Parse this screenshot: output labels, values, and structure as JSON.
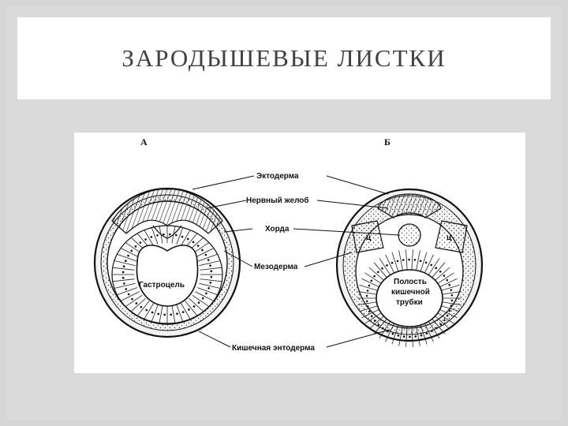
{
  "slide": {
    "title": "ЗАРОДЫШЕВЫЕ ЛИСТКИ"
  },
  "figure": {
    "panel_a": "А",
    "panel_b": "Б",
    "labels": {
      "ectoderm": "Эктодерма",
      "neural_groove": "Нервный желоб",
      "chorda": "Хорда",
      "mesoderm": "Мезодерма",
      "gastrocoel": "Гастроцель",
      "intestinal_entoderm": "Кишечная энтодерма",
      "cavity_line1": "Полость",
      "cavity_line2": "кишечной",
      "cavity_line3": "трубки",
      "somite_left": "ц",
      "somite_right": "ц"
    }
  }
}
